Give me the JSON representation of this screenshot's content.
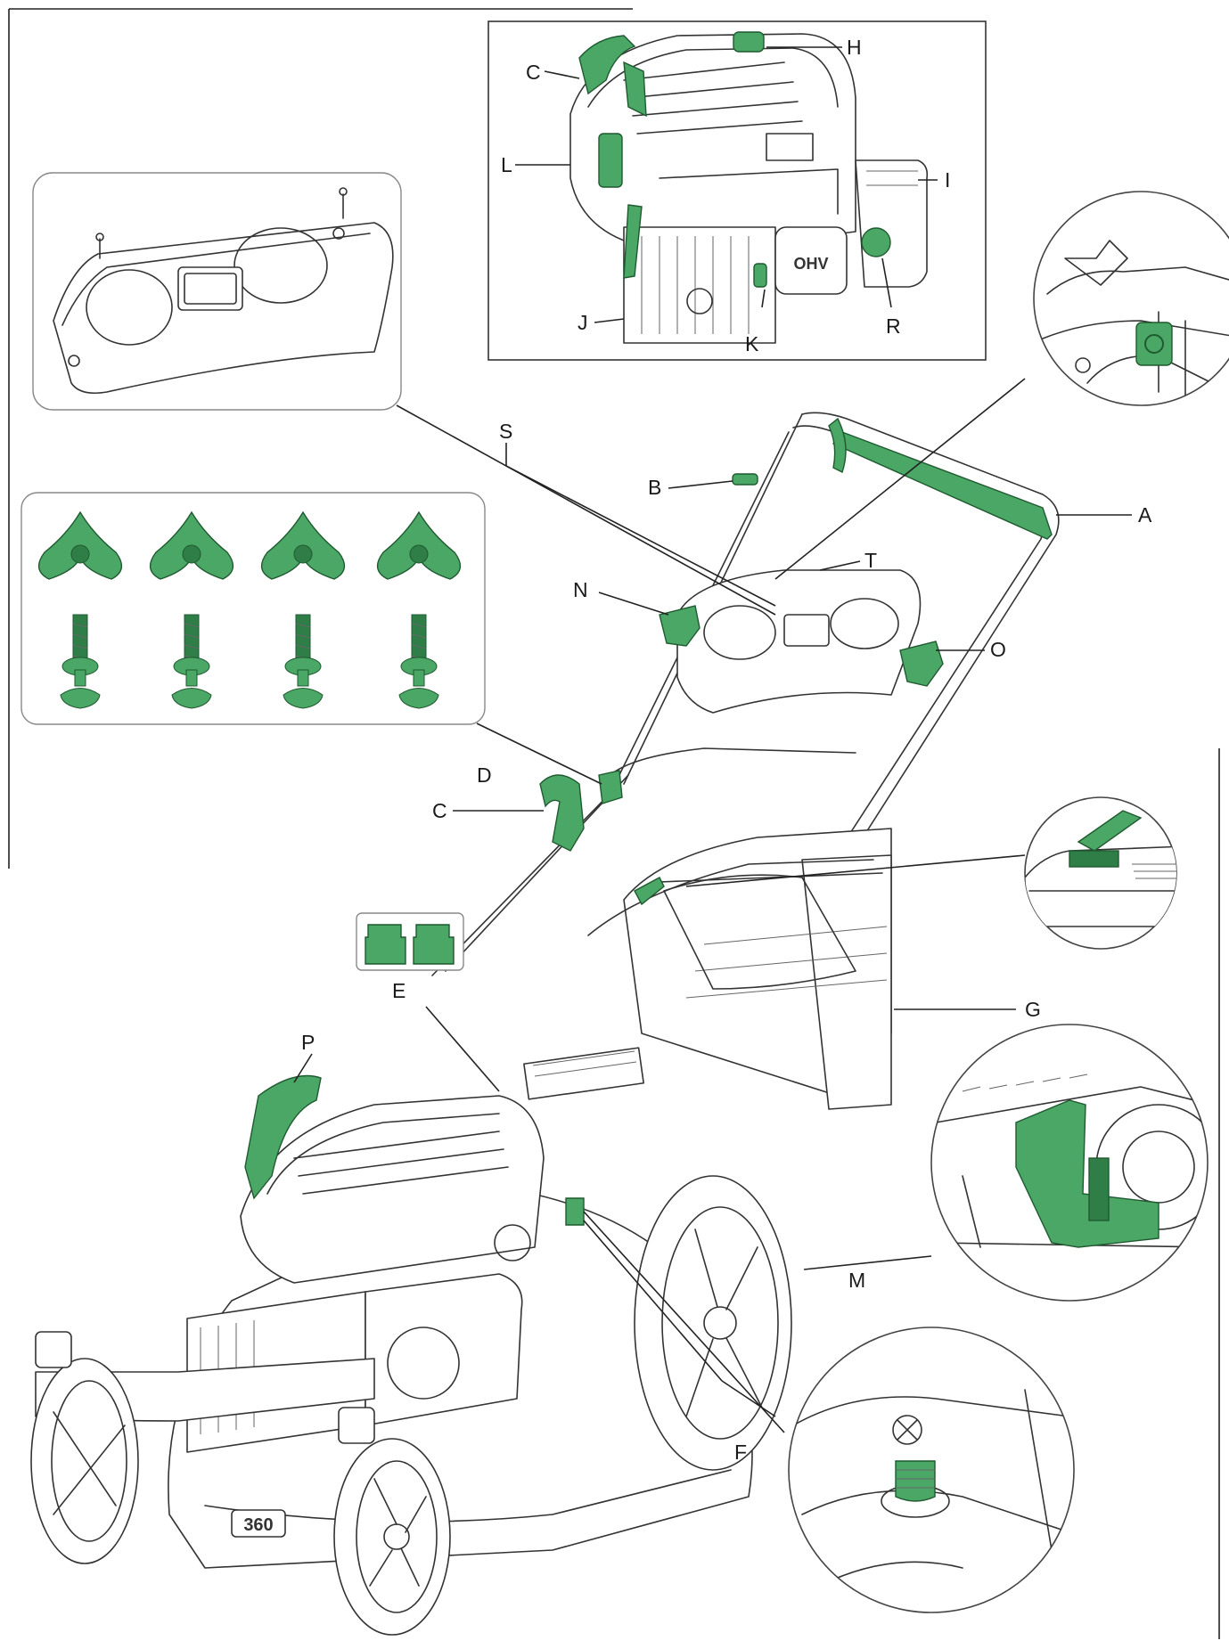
{
  "colors": {
    "part_highlight": "#4aa765",
    "part_highlight_dark": "#2f7d47",
    "line": "#222222"
  },
  "labels": {
    "A": "A",
    "B": "B",
    "C_engine": "C",
    "C_handle": "C",
    "D": "D",
    "E": "E",
    "F": "F",
    "G": "G",
    "H": "H",
    "I": "I",
    "J": "J",
    "K": "K",
    "L": "L",
    "M": "M",
    "N": "N",
    "O": "O",
    "P": "P",
    "R": "R",
    "S": "S",
    "T": "T"
  },
  "engine_badge": "OHV",
  "deck_badge": "360"
}
